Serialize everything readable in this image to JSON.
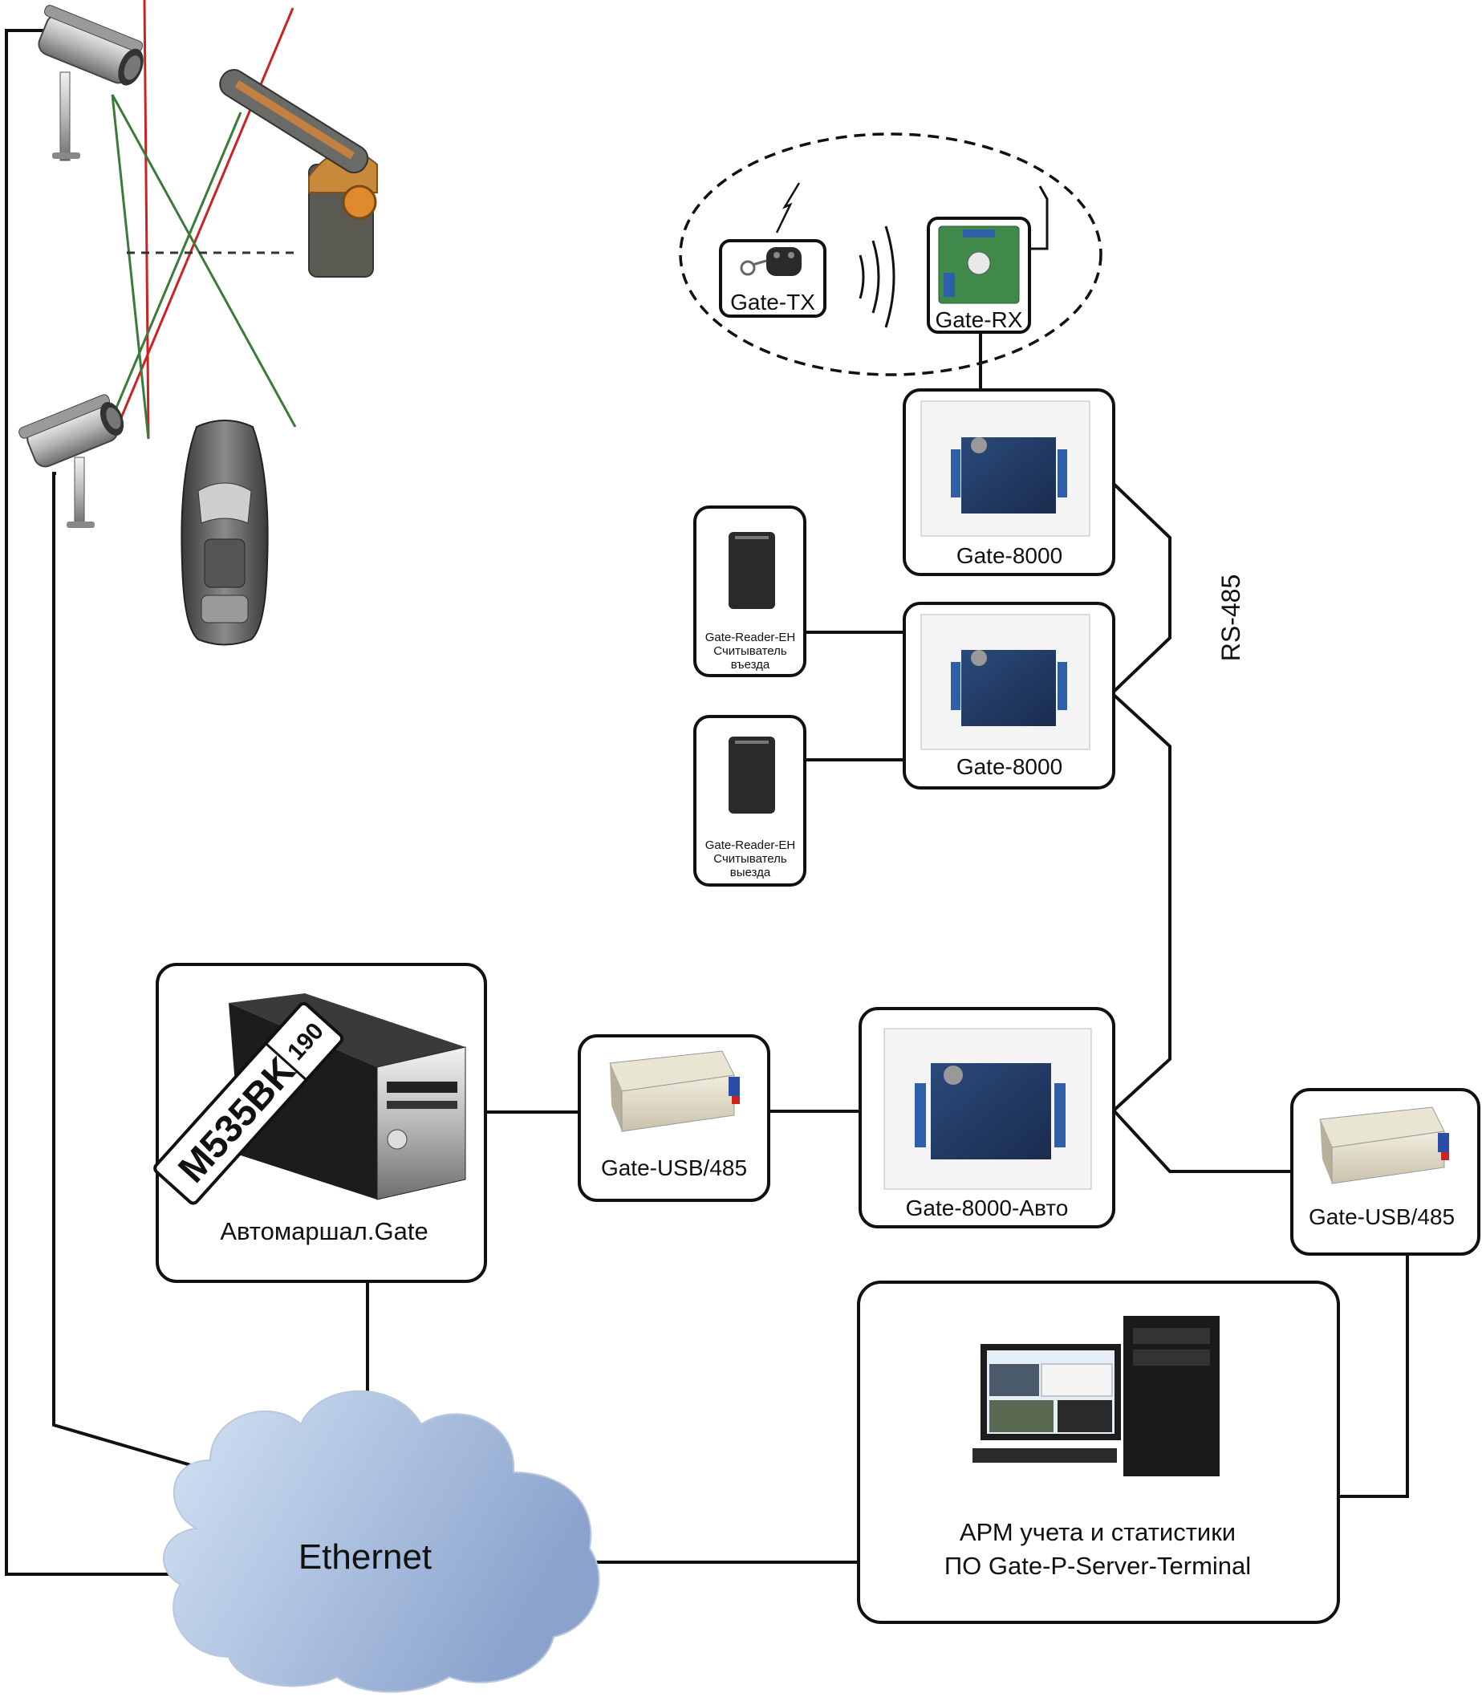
{
  "labels": {
    "gate_tx": "Gate-TX",
    "gate_rx": "Gate-RX",
    "gate8000_a": "Gate-8000",
    "gate8000_b": "Gate-8000",
    "reader_entry_l1": "Gate-Reader-EH",
    "reader_entry_l2": "Считыватель",
    "reader_entry_l3": "въезда",
    "reader_exit_l1": "Gate-Reader-EH",
    "reader_exit_l2": "Считыватель",
    "reader_exit_l3": "выезда",
    "rs485": "RS-485",
    "automarshal": "Автомаршал.Gate",
    "usb485_left": "Gate-USB/485",
    "gate8000_auto": "Gate-8000-Авто",
    "usb485_right": "Gate-USB/485",
    "arm_l1": "АРМ учета и статистики",
    "arm_l2": "ПО Gate-P-Server-Terminal",
    "ethernet": "Ethernet",
    "plate": "M535BK",
    "plate_region": "190"
  },
  "colors": {
    "line": "#111111",
    "laser_red": "#cc2222",
    "laser_green": "#3a7a3a",
    "cloud_light": "#cfe0f2",
    "cloud_dark": "#8ea6cf"
  },
  "icons": {
    "camera_top": "cctv-camera-icon",
    "camera_bottom": "cctv-camera-icon",
    "barrier": "barrier-gate-icon",
    "car": "car-icon",
    "keyfob": "remote-keyfob-icon",
    "radio_waves": "radio-waves-icon",
    "antenna": "antenna-icon",
    "controller_board": "controller-board-icon",
    "reader": "card-reader-icon",
    "server": "server-pc-icon",
    "usb_converter": "usb-converter-icon",
    "workstation": "workstation-pc-icon",
    "cloud": "cloud-icon"
  }
}
